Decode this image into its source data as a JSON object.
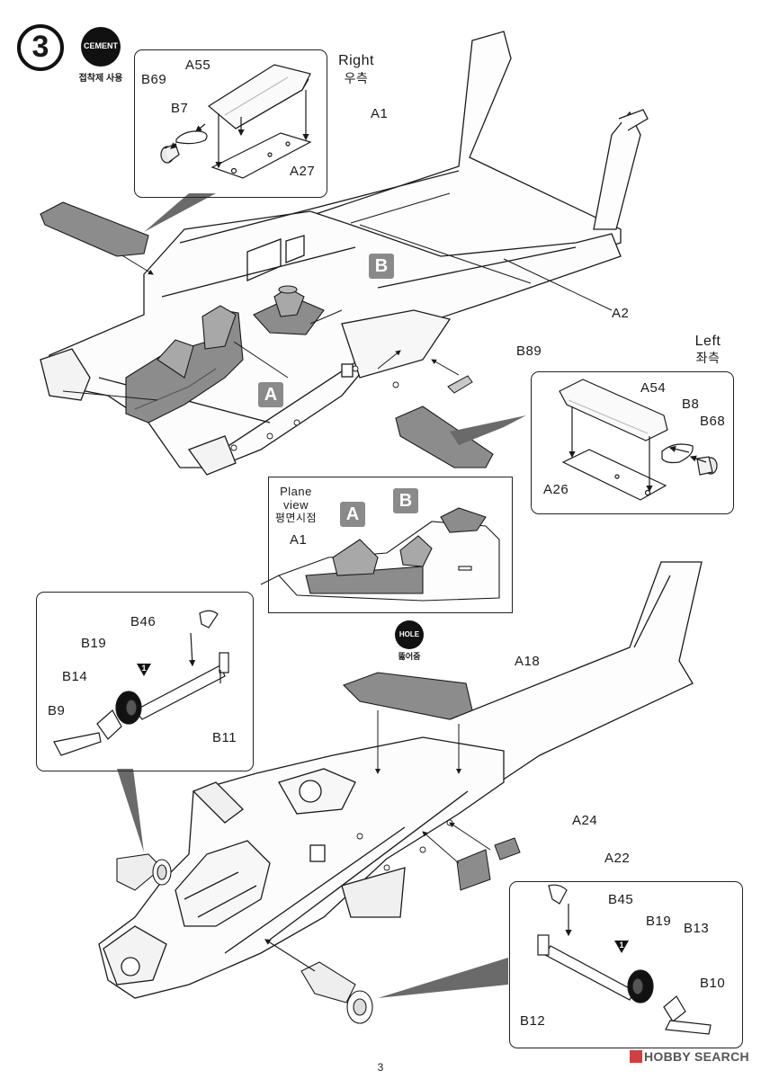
{
  "step": {
    "number": "3",
    "cement_icon": "CEMENT",
    "cement_caption": "접착제 사용"
  },
  "hole_icon": {
    "label": "HOLE",
    "caption": "뚫어줌"
  },
  "right_panel": {
    "title_en": "Right",
    "title_ko": "우측",
    "parts": [
      "A55",
      "B69",
      "B7",
      "A27"
    ]
  },
  "left_panel": {
    "title_en": "Left",
    "title_ko": "좌측",
    "parts": [
      "A54",
      "B8",
      "B68",
      "A26"
    ]
  },
  "plane_view": {
    "title_line1": "Plane",
    "title_line2": "view",
    "title_ko": "평면시점",
    "part": "A1",
    "badge_a": "A",
    "badge_b": "B"
  },
  "main_upper": {
    "parts": [
      "A1",
      "A2",
      "B89"
    ],
    "badge_a": "A",
    "badge_b": "B"
  },
  "main_lower": {
    "parts": [
      "A18",
      "A24",
      "A22"
    ]
  },
  "gear_left": {
    "parts": [
      "B46",
      "B19",
      "B14",
      "B9",
      "B11"
    ],
    "marker": "1"
  },
  "gear_right": {
    "parts": [
      "B45",
      "B19",
      "B13",
      "B12",
      "B10"
    ],
    "marker": "1"
  },
  "page_number": "3",
  "watermark": "HOBBY SEARCH",
  "colors": {
    "line": "#1a1a1a",
    "gray_part": "#8c8c8c",
    "badge": "#8a8a8a",
    "light_gray": "#c8c8c8"
  }
}
